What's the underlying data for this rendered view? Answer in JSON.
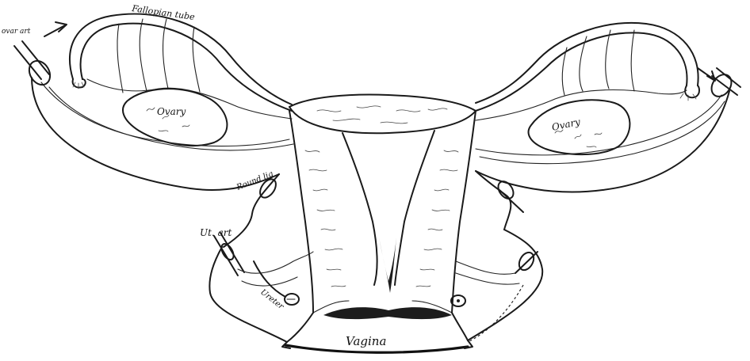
{
  "labels": {
    "fallopian_tube": "Fallopian tube",
    "ovarian_artery": "ovar art",
    "ovary_left": "Ovary",
    "ovary_right": "Ovary",
    "round_lig": "Round lig",
    "ut_art": "Ut. art",
    "ureter": "Ureter",
    "vagina": "Vagina"
  },
  "colors": {
    "ink": "#1a1a1a",
    "paper": "#ffffff"
  }
}
